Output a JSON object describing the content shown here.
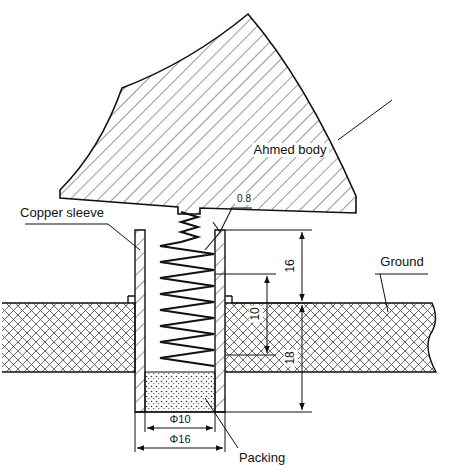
{
  "diagram": {
    "labels": [
      "Ahmed body",
      "Copper sleeve",
      "0.8",
      "16",
      "Ground",
      "10",
      "18",
      "Φ10",
      "Φ16",
      "Packing"
    ]
  }
}
